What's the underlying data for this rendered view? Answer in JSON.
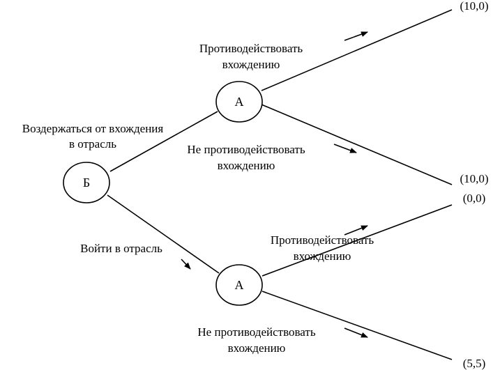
{
  "nodes": {
    "root": {
      "label": "Б"
    },
    "upper": {
      "label": "А"
    },
    "lower": {
      "label": "А"
    }
  },
  "actions": {
    "root_up": {
      "line1": "Воздержаться от вхождения",
      "line2": "в отрасль"
    },
    "root_down": {
      "line1": "Войти в отрасль"
    },
    "upper_up": {
      "line1": "Противодействовать",
      "line2": "вхождению"
    },
    "upper_down": {
      "line1": "Не противодействовать",
      "line2": "вхождению"
    },
    "lower_up": {
      "line1": "Противодействовать",
      "line2": "вхождению"
    },
    "lower_down": {
      "line1": "Не противодействовать",
      "line2": "вхождению"
    }
  },
  "payoffs": {
    "p1": "(10,0)",
    "p2": "(10,0)",
    "p3": "(0,0)",
    "p4": "(5,5)"
  }
}
